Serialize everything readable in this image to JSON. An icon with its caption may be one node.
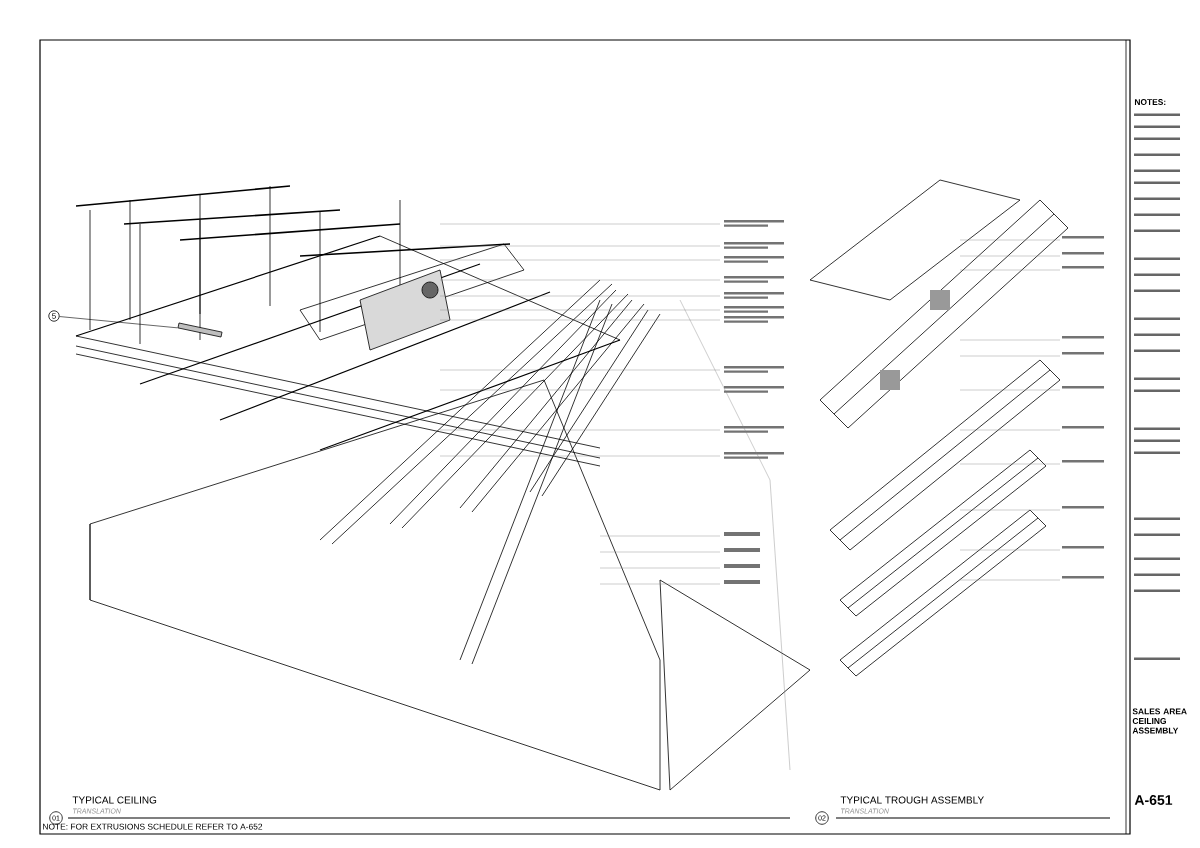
{
  "diagram": {
    "nodes": [
      {
        "text": [
          "5"
        ]
      },
      {
        "text": [],
        "shape": "bar"
      }
    ],
    "edges": [
      {
        "from": 0,
        "to": 1,
        "arrow": "none"
      }
    ],
    "labels": [
      "NOTES:",
      "TYPICAL CEILING",
      "TRANSLATION",
      "01",
      "TYPICAL TROUGH ASSEMBLY",
      "TRANSLATION",
      "02",
      "NOTE: FOR EXTRUSIONS SCHEDULE REFER TO A-652",
      "SALES AREA CEILING ASSEMBLY",
      "A-651"
    ]
  }
}
